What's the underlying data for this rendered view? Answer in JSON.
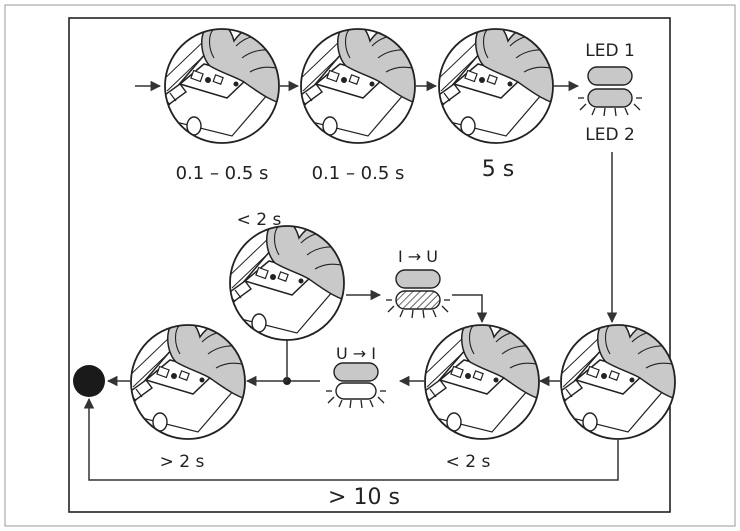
{
  "step_labels": {
    "step1": "0.1 – 0.5 s",
    "step2": "0.1 – 0.5 s",
    "step3": "5 s",
    "branch_up": "< 2 s",
    "step_right": "< 2 s",
    "final_step": "> 2 s",
    "loop_timeout": "> 10 s"
  },
  "led_labels": {
    "led1": "LED 1",
    "led2": "LED 2",
    "i_to_u": "I → U",
    "u_to_i": "U → I"
  },
  "icons": {
    "hand": "hand-pressing-button-icon",
    "led": "led-indicator-icon",
    "end": "end-dot-icon"
  },
  "colors": {
    "outline": "#222222",
    "led_fill": "#c8c8c8",
    "end_dot": "#1a1a1a",
    "circle_bg": "#ffffff"
  }
}
